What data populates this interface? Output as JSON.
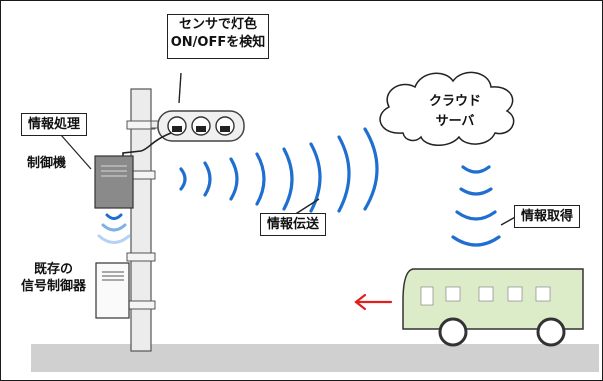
{
  "labels": {
    "sensor_line1": "センサで灯色",
    "sensor_line2": "ON/OFFを検知",
    "info_processing": "情報処理",
    "controller": "制御機",
    "existing_line1": "既存の",
    "existing_line2": "信号制御器",
    "cloud_line1": "クラウド",
    "cloud_line2": "サーバ",
    "transmission": "情報伝送",
    "acquisition": "情報取得"
  },
  "colors": {
    "wave": "#1f6fd1",
    "bus_body": "#dcebc8",
    "ground": "#d0d0d0",
    "arrow": "#e0201f",
    "controller": "#8a8a8a"
  }
}
